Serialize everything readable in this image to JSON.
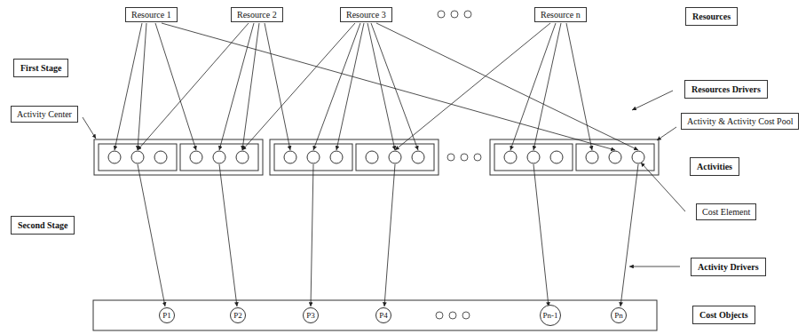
{
  "diagram": {
    "nodes": [
      {
        "text": [
          "Resource 1"
        ]
      },
      {
        "text": [
          "Resource 2"
        ]
      },
      {
        "text": [
          "Resource 3"
        ]
      },
      {
        "text": [
          "Resource n"
        ]
      },
      {
        "text": [
          "Resources"
        ]
      },
      {
        "text": [
          "First Stage"
        ]
      },
      {
        "text": [
          "Resources Drivers"
        ]
      },
      {
        "text": [
          "Activity Center"
        ]
      },
      {
        "text": [
          "Activity & Activity Cost Pool"
        ]
      },
      {
        "text": [
          "Activities"
        ]
      },
      {
        "text": [
          "Cost Element"
        ]
      },
      {
        "text": [
          "Second Stage"
        ]
      },
      {
        "text": [
          "Activity Drivers"
        ]
      },
      {
        "text": [
          "P1"
        ]
      },
      {
        "text": [
          "P2"
        ]
      },
      {
        "text": [
          "P3"
        ]
      },
      {
        "text": [
          "P4"
        ]
      },
      {
        "text": [
          "Pn-1"
        ]
      },
      {
        "text": [
          "Pn"
        ]
      },
      {
        "text": [
          "Cost Objects"
        ]
      }
    ]
  }
}
